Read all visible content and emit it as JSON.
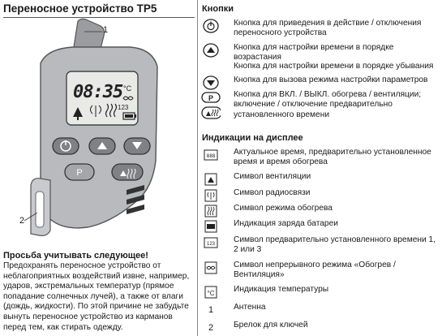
{
  "title": "Переносное устройство TP5",
  "device": {
    "lcd_time": "08:35",
    "lcd_unit": "°C",
    "lcd_digits": "123",
    "callout_1": "1",
    "callout_2": "2"
  },
  "buttons_section": {
    "header": "Кнопки",
    "items": [
      {
        "icon": "power-button-icon",
        "text": "Кнопка для приведения в действие / отключения переносного устройства"
      },
      {
        "icon": "triangle-up-button-icon",
        "text": "Кнопка для настройки времени в порядке возрастания"
      },
      {
        "icon": "triangle-down-button-icon",
        "text": "Кнопка для настройки времени в порядке убывания"
      },
      {
        "icon": "menu-button-icon",
        "text": "Кнопка для вызова режима настройки параметров"
      },
      {
        "icon": "heater-button-icon",
        "text": "Кнопка для ВКЛ. / ВЫКЛ. обогрева / вентиляции; включение / отключение предварительно установленного времени"
      }
    ]
  },
  "display_section": {
    "header": "Индикации на дисплее",
    "items": [
      {
        "icon": "clock-display-icon",
        "text": "Актуальное время, предварительно установленное время и время обогрева"
      },
      {
        "icon": "fan-icon",
        "text": "Символ вентиляции"
      },
      {
        "icon": "radio-icon",
        "text": "Символ радиосвязи"
      },
      {
        "icon": "heating-icon",
        "text": "Символ режима обогрева"
      },
      {
        "icon": "battery-icon",
        "text": "Индикация заряда батареи"
      },
      {
        "icon": "preset-123-icon",
        "text": "Символ предварительно установленного времени 1, 2 или 3"
      },
      {
        "icon": "infinity-icon",
        "text": "Символ непрерывного режима «Обогрев / Вентиляция»"
      },
      {
        "icon": "temperature-icon",
        "text": "Индикация температуры"
      },
      {
        "icon": "num-1",
        "text": "Антенна",
        "num": "1"
      },
      {
        "icon": "num-2",
        "text": "Брелок для ключей",
        "num": "2"
      }
    ]
  },
  "warning": {
    "title": "Просьба учитывать следующее!",
    "text": "Предохранять переносное устройство от неблагоприятных воздействий извне, например, ударов, экстремальных температур (прямое попадание солнечных лучей), а также от влаги (дождь, жидкости). По этой причине не забудьте вынуть переносное устройство из карманов перед тем, как стирать одежду."
  }
}
